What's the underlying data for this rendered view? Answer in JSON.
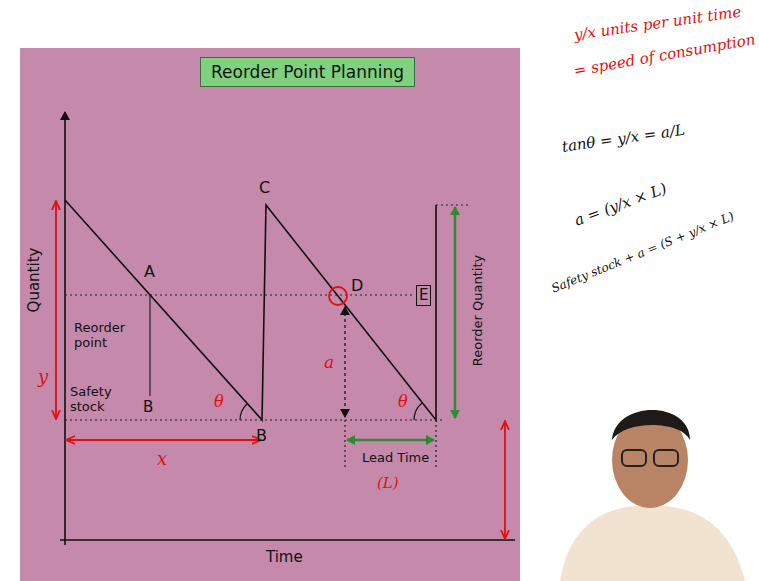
{
  "diagram": {
    "title": "Reorder Point Planning",
    "nodes": [
      {
        "text": [
          "E"
        ]
      }
    ],
    "labels": [
      "Quantity",
      "A",
      "Reorder point",
      "Safety stock",
      "B",
      "B",
      "C",
      "D",
      "Reorder Quantity",
      "Lead Time",
      "Time",
      "θ",
      "θ",
      "a",
      "y",
      "x",
      "(L)",
      "y/x units per unit time",
      "= speed of consumption",
      "tanθ = y/x = a/L",
      "a = (y/x × L)",
      "Safety stock + a = (S + y/x × L)"
    ]
  }
}
